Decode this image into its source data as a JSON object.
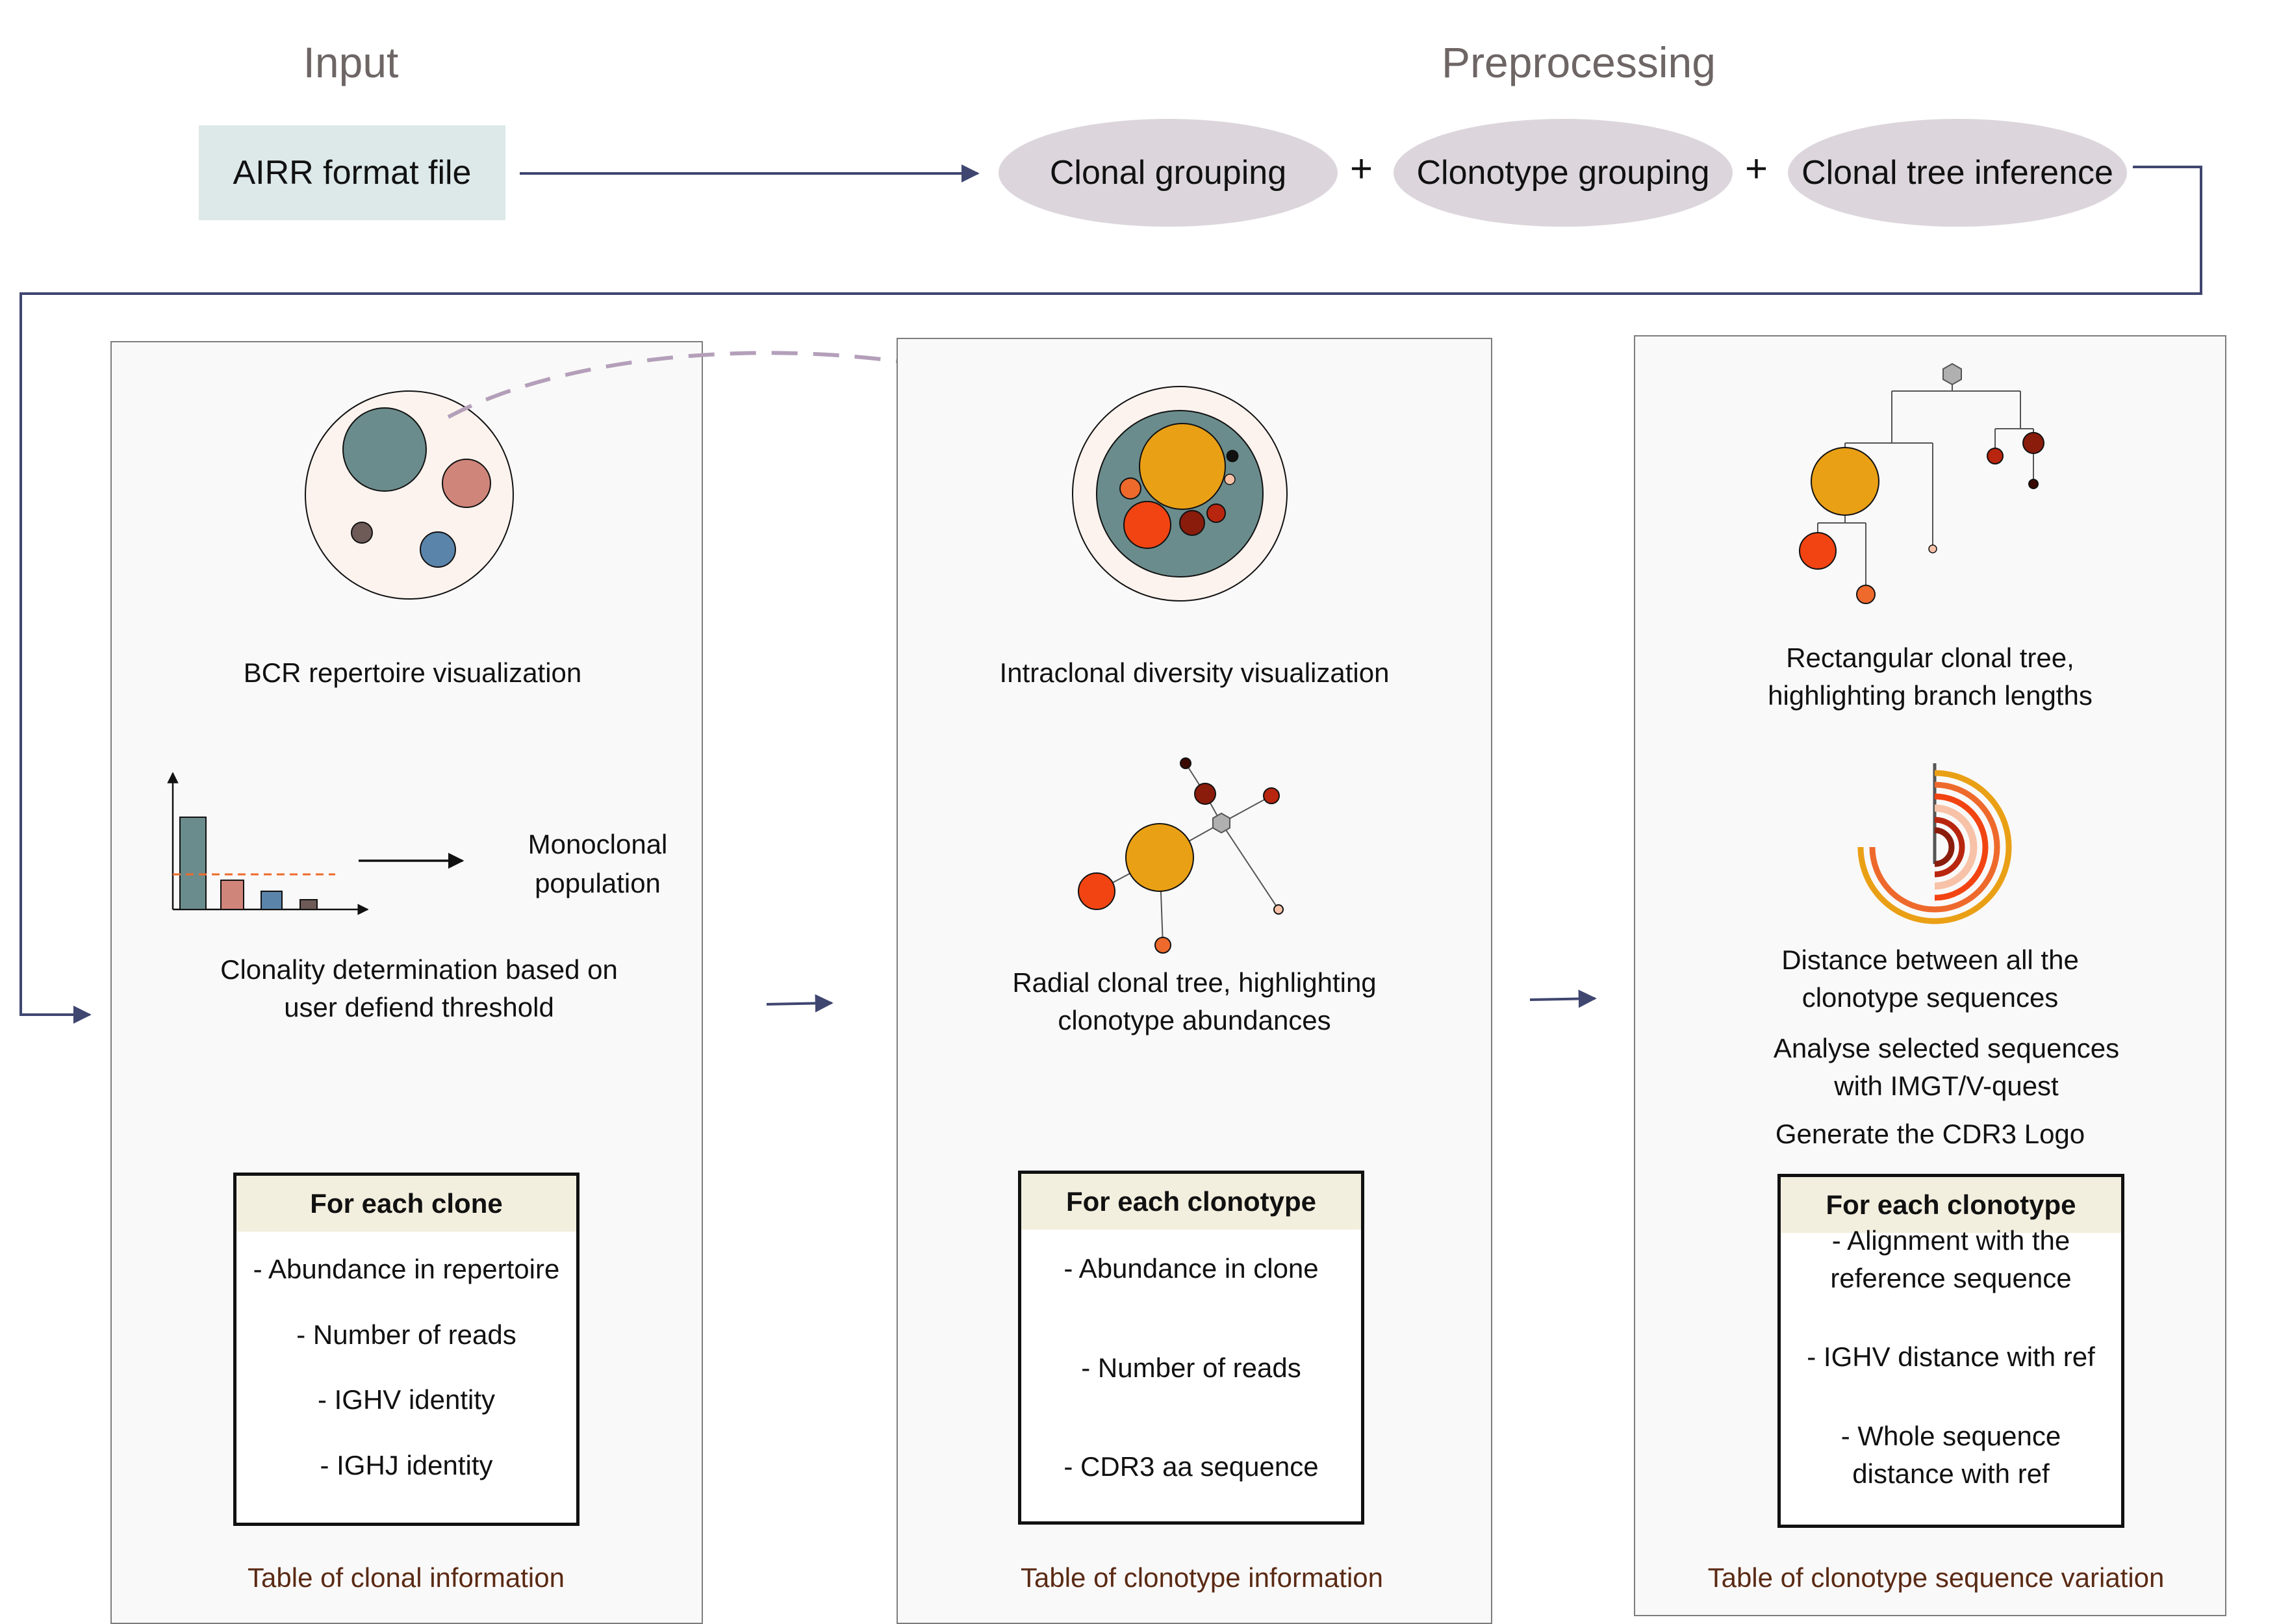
{
  "header": {
    "input_title": "Input",
    "preprocessing_title": "Preprocessing",
    "input_file": "AIRR format file",
    "steps": [
      "Clonal grouping",
      "Clonotype grouping",
      "Clonal tree inference"
    ],
    "plus": "+"
  },
  "panels": [
    {
      "viz1_caption": "BCR repertoire visualization",
      "viz2_caption_lines": [
        "Clonality determination based on",
        "user defiend threshold"
      ],
      "side_caption_lines": [
        "Monoclonal",
        "population"
      ],
      "table_title": "For each clone",
      "table_rows": [
        "- Abundance in repertoire",
        "- Number of reads",
        "- IGHV identity",
        "- IGHJ identity"
      ],
      "table_caption": "Table of clonal information"
    },
    {
      "viz1_caption": "Intraclonal diversity visualization",
      "viz2_caption_lines": [
        "Radial clonal tree, highlighting",
        "clonotype abundances"
      ],
      "table_title": "For each clonotype",
      "table_rows": [
        "- Abundance in clone",
        "- Number of reads",
        "- CDR3 aa sequence"
      ],
      "table_caption": "Table of clonotype information"
    },
    {
      "viz1_caption_lines": [
        "Rectangular clonal tree,",
        "highlighting branch lengths"
      ],
      "viz2_caption_lines": [
        "Distance between all the",
        "clonotype sequences"
      ],
      "extra_lines": [
        "Analyse selected sequences",
        "with IMGT/V-quest",
        "Generate the CDR3 Logo"
      ],
      "table_title": "For each clonotype",
      "table_rows_lines": [
        [
          "- Alignment with the",
          "reference sequence"
        ],
        [
          "- IGHV distance with ref"
        ],
        [
          "- Whole sequence",
          "distance with ref"
        ]
      ],
      "table_caption": "Table of clonotype sequence variation"
    }
  ],
  "colors": {
    "connector": "#3f4670",
    "dashed_arrow": "#b49fba",
    "teal": "#6b8c8c",
    "salmon": "#d0857a",
    "steel_blue": "#5a84aa",
    "brown_grey": "#6e5a57",
    "amber": "#eaa015",
    "red_orange": "#f24412",
    "orange": "#ee6a2c",
    "dark_red": "#8a1c0c",
    "crimson": "#b9260f",
    "peach": "#f7c2a8",
    "cream": "#fdf3ee",
    "node_grey": "#b0b0b0"
  },
  "icons": [
    "hexagon-root-icon",
    "bar-chart-icon",
    "circle-packing-icon",
    "radial-tree-icon",
    "rectangular-tree-icon",
    "arc-distance-icon"
  ]
}
